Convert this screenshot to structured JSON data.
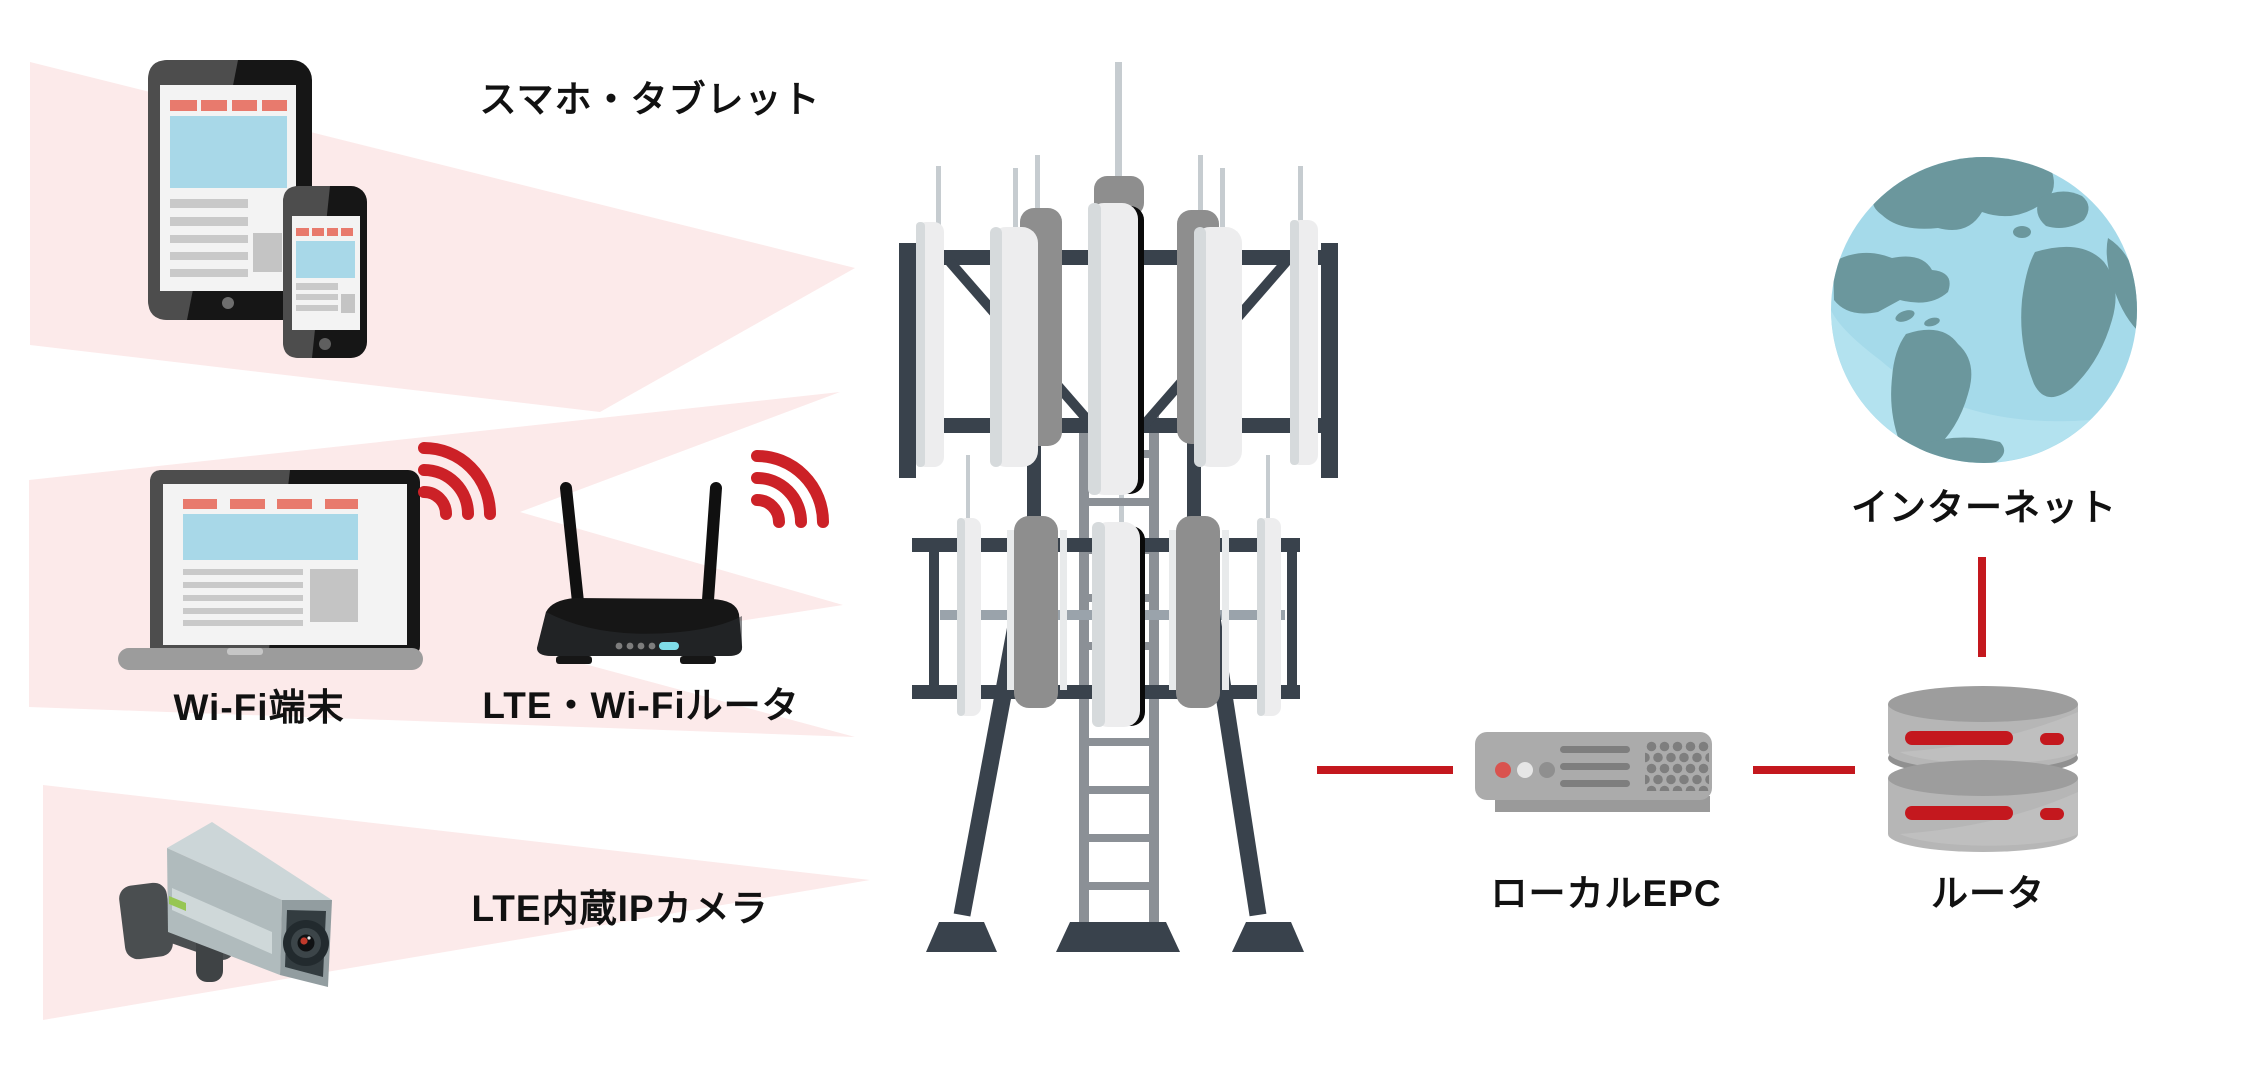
{
  "diagram": {
    "labels": {
      "smartphone_tablet": "スマホ・タブレット",
      "wifi_terminal": "Wi-Fi端末",
      "lte_wifi_router": "LTE・Wi-Fiルータ",
      "lte_ip_camera": "LTE内蔵IPカメラ",
      "local_epc": "ローカルEPC",
      "router": "ルータ",
      "internet": "インターネット"
    },
    "nodes": [
      {
        "id": "smartphone-tablet",
        "label": "スマホ・タブレット",
        "icon": "tablet-and-smartphone-icon"
      },
      {
        "id": "wifi-terminal",
        "label": "Wi-Fi端末",
        "icon": "laptop-icon"
      },
      {
        "id": "lte-wifi-router",
        "label": "LTE・Wi-Fiルータ",
        "icon": "wifi-router-icon"
      },
      {
        "id": "lte-ip-camera",
        "label": "LTE内蔵IPカメラ",
        "icon": "security-camera-icon"
      },
      {
        "id": "base-station",
        "label": "",
        "icon": "cell-tower-icon"
      },
      {
        "id": "local-epc",
        "label": "ローカルEPC",
        "icon": "server-box-icon"
      },
      {
        "id": "router",
        "label": "ルータ",
        "icon": "database-router-icon"
      },
      {
        "id": "internet",
        "label": "インターネット",
        "icon": "globe-icon"
      }
    ],
    "connections": [
      {
        "from": "base-station",
        "to": "local-epc",
        "style": "red-line"
      },
      {
        "from": "local-epc",
        "to": "router",
        "style": "red-line"
      },
      {
        "from": "router",
        "to": "internet",
        "style": "red-line"
      },
      {
        "from": "base-station",
        "to": "smartphone-tablet",
        "style": "pink-beam"
      },
      {
        "from": "base-station",
        "to": "wifi-terminal",
        "style": "pink-beam"
      },
      {
        "from": "base-station",
        "to": "lte-wifi-router",
        "style": "pink-beam"
      },
      {
        "from": "base-station",
        "to": "lte-ip-camera",
        "style": "pink-beam"
      }
    ],
    "colors": {
      "red": "#c4181e",
      "wifi_red": "#cc2127",
      "beam_pink": "#fceaea",
      "steel": "#39424c",
      "antenna_light": "#ededee",
      "antenna_dark": "#8e8e8e",
      "device_black": "#161616",
      "screen_white": "#f3f3f3",
      "salmon": "#e87a6d",
      "sky_blue": "#a8d8e8",
      "laptop_base": "#9c9c9c",
      "epc_gray": "#ababab",
      "db_body": "#b6b6b6",
      "globe_ocean": "#a5daea",
      "globe_land": "#6b979d",
      "led_green": "#97c653",
      "led_cyan": "#7fdde8",
      "label_black": "#111111"
    }
  }
}
